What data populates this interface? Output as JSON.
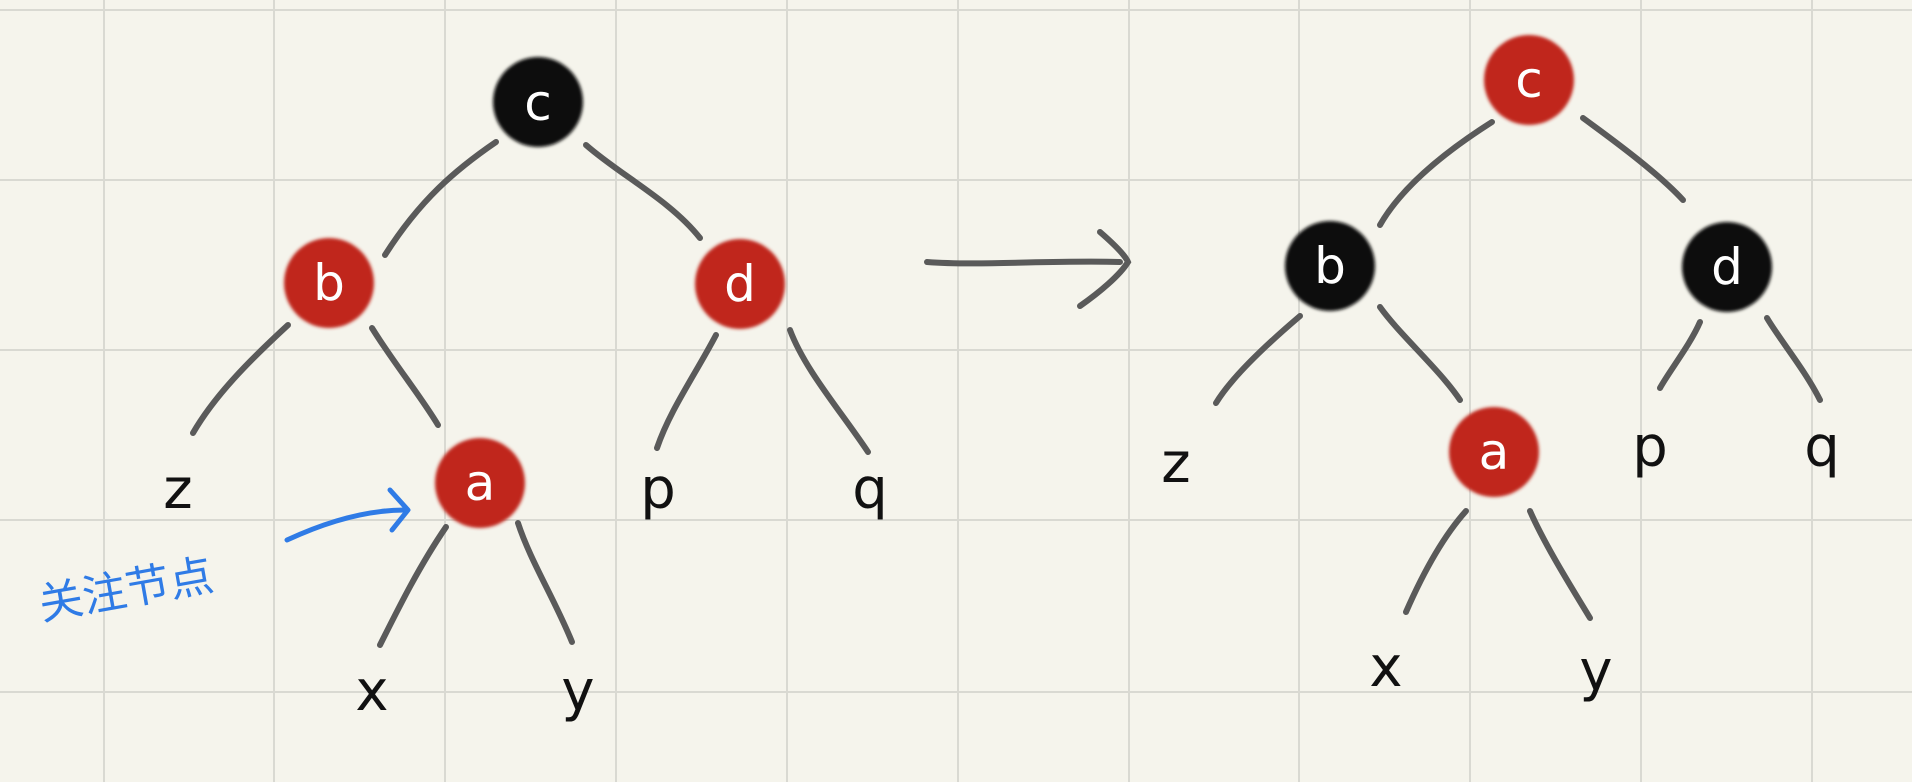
{
  "colors": {
    "background": "#f5f4ec",
    "grid": "#d9d9d2",
    "red": "#c0251d",
    "black": "#0a0a0a",
    "edge": "#5a5a5a",
    "annotation": "#2f7be6"
  },
  "left_tree": {
    "nodes": {
      "c": {
        "label": "c",
        "color": "black"
      },
      "b": {
        "label": "b",
        "color": "red"
      },
      "d": {
        "label": "d",
        "color": "red"
      },
      "a": {
        "label": "a",
        "color": "red"
      }
    },
    "leaves": {
      "z": "z",
      "x": "x",
      "y": "y",
      "p": "p",
      "q": "q"
    }
  },
  "right_tree": {
    "nodes": {
      "c": {
        "label": "c",
        "color": "red"
      },
      "b": {
        "label": "b",
        "color": "black"
      },
      "d": {
        "label": "d",
        "color": "black"
      },
      "a": {
        "label": "a",
        "color": "red"
      }
    },
    "leaves": {
      "z": "z",
      "x": "x",
      "y": "y",
      "p": "p",
      "q": "q"
    }
  },
  "annotation": {
    "text": "关注节点"
  }
}
